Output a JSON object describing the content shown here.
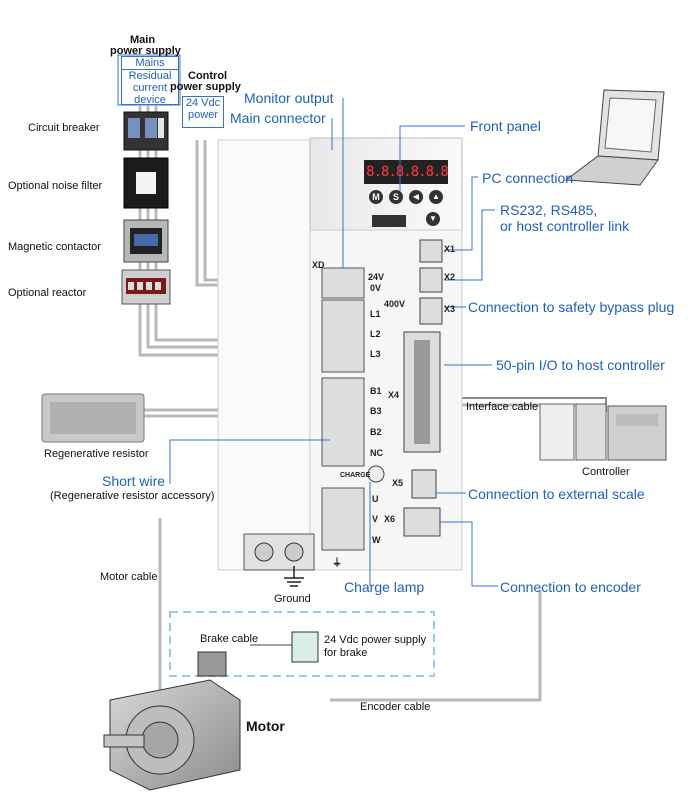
{
  "supply": {
    "main_title_1": "Main",
    "main_title_2": "power supply",
    "mains": "Mains",
    "rcd_1": "Residual",
    "rcd_2": "current",
    "rcd_3": "device",
    "control_title_1": "Control",
    "control_title_2": "power supply",
    "control_box_1": "24 Vdc",
    "control_box_2": "power"
  },
  "components": {
    "circuit_breaker": "Circuit breaker",
    "noise_filter": "Optional noise filter",
    "magnetic_contactor": "Magnetic contactor",
    "reactor": "Optional reactor",
    "regen_resistor": "Regenerative resistor",
    "short_wire": "Short wire",
    "short_wire_note": "(Regenerative resistor accessory)",
    "motor_cable": "Motor cable",
    "ground": "Ground",
    "brake_cable": "Brake cable",
    "brake_supply_1": "24 Vdc power supply",
    "brake_supply_2": "for brake",
    "motor": "Motor",
    "encoder_cable": "Encoder cable",
    "interface_cable": "Interface cable",
    "controller": "Controller"
  },
  "callouts": {
    "monitor_output": "Monitor output",
    "main_connector": "Main connector",
    "front_panel": "Front panel",
    "pc_connection": "PC connection",
    "rs_1": "RS232, RS485,",
    "rs_2": "or host controller link",
    "safety": "Connection to safety bypass plug",
    "io": "50-pin I/O to host controller",
    "ext_scale": "Connection to external scale",
    "charge_lamp": "Charge lamp",
    "encoder": "Connection to encoder"
  },
  "drive": {
    "display": "8.8.8.8.8.8",
    "btn_m": "M",
    "btn_s": "S",
    "btn_left": "◀",
    "btn_up": "▲",
    "btn_down": "▼",
    "xd": "XD",
    "v24": "24V",
    "v0": "0V",
    "v400": "400V",
    "l1": "L1",
    "l2": "L2",
    "l3": "L3",
    "b1": "B1",
    "b3": "B3",
    "b2": "B2",
    "nc": "NC",
    "charge": "CHARGE",
    "u": "U",
    "v": "V",
    "w": "W",
    "x1": "X1",
    "x2": "X2",
    "x3": "X3",
    "x4": "X4",
    "x5": "X5",
    "x6": "X6",
    "earth_symbol": "⏚"
  },
  "colors": {
    "callout_blue": "#1f5fbf",
    "box_blue": "#3a6fd1",
    "cable_gray": "#b9b9b9",
    "drive_body": "#f4f4f4",
    "dashed_box": "#9cc9e8"
  }
}
